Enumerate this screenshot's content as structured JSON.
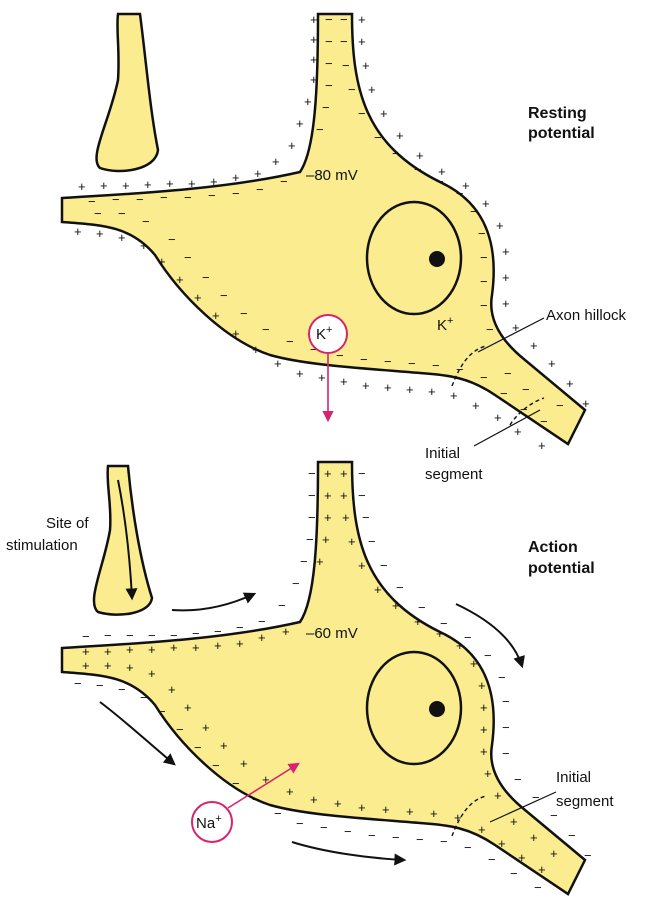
{
  "colors": {
    "cell_fill": "#fbec8f",
    "outline": "#111111",
    "ion_accent": "#d6246e"
  },
  "panels": [
    {
      "title_line1": "Resting",
      "title_line2": "potential",
      "voltage": "–80 mV",
      "ion_bubble": "K",
      "ion_bubble_sup": "+",
      "ion_inside": "K",
      "ion_inside_sup": "+",
      "label_axon_hillock": "Axon hillock",
      "label_initial_line1": "Initial",
      "label_initial_line2": "segment",
      "outside_sign": "+",
      "inside_sign": "−"
    },
    {
      "title_line1": "Action",
      "title_line2": "potential",
      "voltage": "–60 mV",
      "ion_bubble": "Na",
      "ion_bubble_sup": "+",
      "label_stimulation_line1": "Site of",
      "label_stimulation_line2": "stimulation",
      "label_initial_line1": "Initial",
      "label_initial_line2": "segment",
      "outside_sign": "−",
      "inside_sign": "+"
    }
  ]
}
